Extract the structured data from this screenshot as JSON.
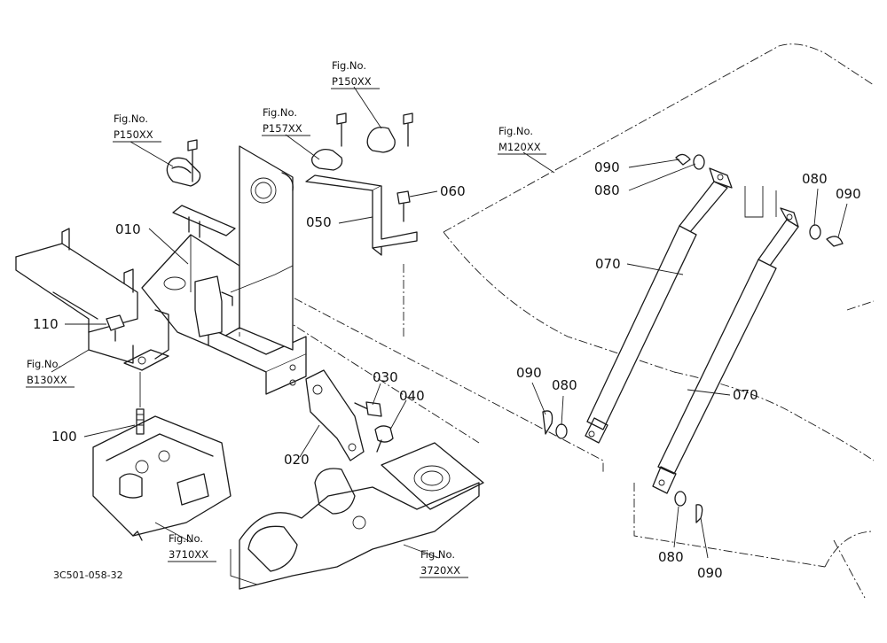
{
  "diagram_code": "3C501-058-32",
  "part_labels": {
    "p010": "010",
    "p020": "020",
    "p030": "030",
    "p040": "040",
    "p050": "050",
    "p060": "060",
    "p070a": "070",
    "p070b": "070",
    "p080a": "080",
    "p080b": "080",
    "p080c": "080",
    "p080d": "080",
    "p090a": "090",
    "p090b": "090",
    "p090c": "090",
    "p090d": "090",
    "p100": "100",
    "p110": "110"
  },
  "figure_refs": [
    {
      "label": "Fig.No.",
      "code": "P150XX"
    },
    {
      "label": "Fig.No.",
      "code": "P157XX"
    },
    {
      "label": "Fig.No.",
      "code": "P150XX"
    },
    {
      "label": "Fig.No.",
      "code": "M120XX"
    },
    {
      "label": "Fig.No.",
      "code": "B130XX"
    },
    {
      "label": "Fig.No.",
      "code": "3710XX"
    },
    {
      "label": "Fig.No.",
      "code": "3720XX"
    }
  ]
}
